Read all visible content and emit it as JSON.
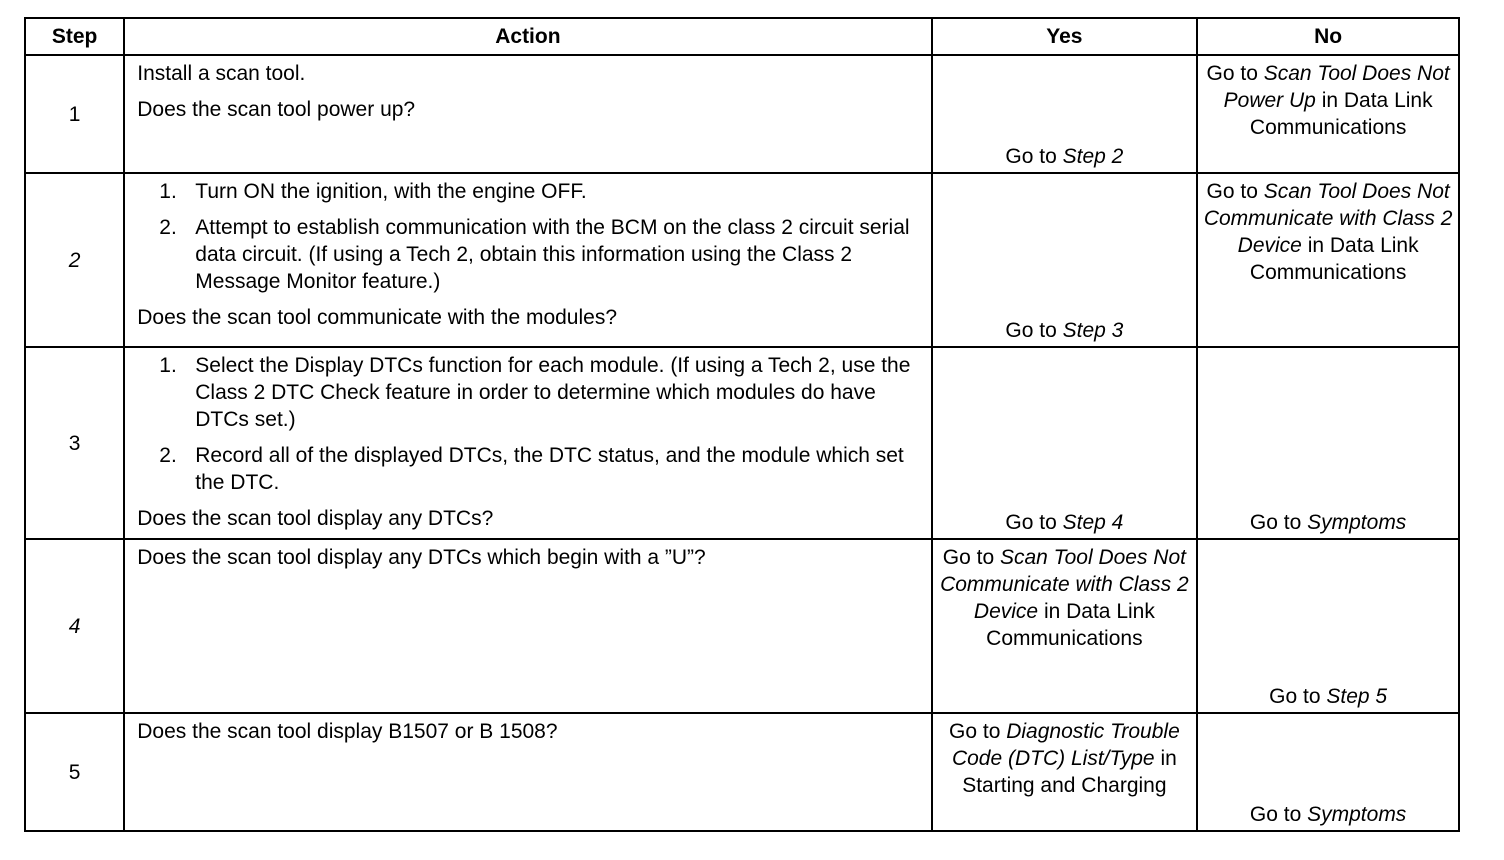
{
  "headers": {
    "step": "Step",
    "action": "Action",
    "yes": "Yes",
    "no": "No"
  },
  "rows": [
    {
      "step": "1",
      "action_paras": [
        "Install a scan tool.",
        "Does the scan tool power up?"
      ],
      "yes": {
        "prefix": "Go to ",
        "link": "Step 2"
      },
      "no": {
        "prefix": "Go to ",
        "link": "Scan Tool Does Not Power Up",
        "suffix": " in Data Link Communications"
      }
    },
    {
      "step": "2",
      "action_list": [
        {
          "num": "1.",
          "text": "Turn ON the ignition, with the engine OFF."
        },
        {
          "num": "2.",
          "text": "Attempt to establish communication with the BCM on the class 2 circuit serial data circuit. (If using a Tech 2, obtain this information using the Class 2 Message Monitor feature.)"
        }
      ],
      "action_question": "Does the scan tool communicate with the modules?",
      "yes": {
        "prefix": "Go to ",
        "link": "Step 3"
      },
      "no": {
        "prefix": "Go to ",
        "link": "Scan Tool Does Not Communicate with Class 2 Device",
        "suffix": " in Data Link Communications"
      }
    },
    {
      "step": "3",
      "action_list": [
        {
          "num": "1.",
          "text": "Select the Display DTCs function for each module. (If using a Tech 2, use the Class 2 DTC Check feature in order to determine which modules do have DTCs set.)"
        },
        {
          "num": "2.",
          "text": "Record all of the displayed DTCs, the DTC status, and the module which set the DTC."
        }
      ],
      "action_question": "Does the scan tool display any DTCs?",
      "yes": {
        "prefix": "Go to ",
        "link": "Step 4"
      },
      "no": {
        "prefix": "Go to ",
        "link": "Symptoms"
      }
    },
    {
      "step": "4",
      "action_paras": [
        "Does the scan tool display any DTCs which begin with a ”U”?"
      ],
      "yes": {
        "prefix": "Go to ",
        "link": "Scan Tool Does Not Communicate with Class 2 Device",
        "suffix": " in Data Link Communications"
      },
      "no": {
        "prefix": "Go to ",
        "link": "Step 5"
      }
    },
    {
      "step": "5",
      "action_paras": [
        "Does the scan tool display B1507 or B 1508?"
      ],
      "yes": {
        "prefix": "Go to ",
        "link": "Diagnostic Trouble Code (DTC) List/Type",
        "suffix": " in Starting and Charging"
      },
      "no": {
        "prefix": "Go to ",
        "link": "Symptoms"
      }
    }
  ]
}
